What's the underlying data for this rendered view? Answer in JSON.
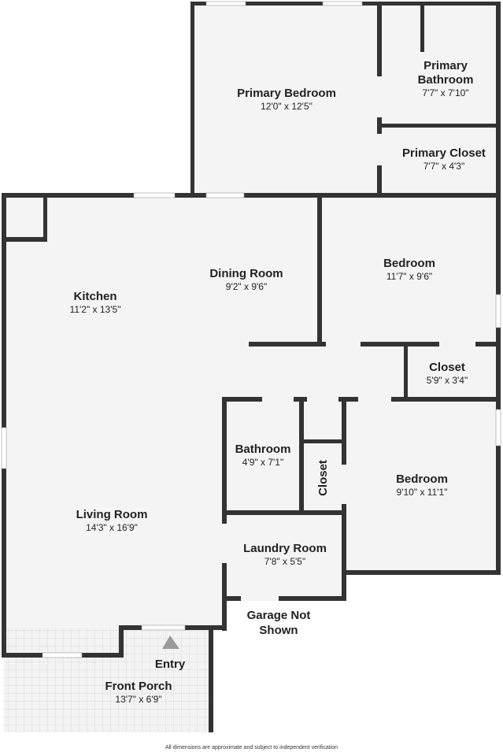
{
  "colors": {
    "wall": "#333333",
    "floor": "#f4f4f4",
    "porch": "#f1f1f1",
    "window": "#ffffff"
  },
  "rooms": {
    "primary_bedroom": {
      "name": "Primary Bedroom",
      "dim": "12'0\" x 12'5\""
    },
    "primary_bathroom": {
      "name_line1": "Primary",
      "name_line2": "Bathroom",
      "dim": "7'7\" x 7'10\""
    },
    "primary_closet": {
      "name": "Primary Closet",
      "dim": "7'7\" x 4'3\""
    },
    "dining_room": {
      "name": "Dining Room",
      "dim": "9'2\" x 9'6\""
    },
    "kitchen": {
      "name": "Kitchen",
      "dim": "11'2\" x 13'5\""
    },
    "bedroom_2": {
      "name": "Bedroom",
      "dim": "11'7\" x 9'6\""
    },
    "closet_2": {
      "name": "Closet",
      "dim": "5'9\" x 3'4\""
    },
    "bathroom": {
      "name": "Bathroom",
      "dim": "4'9\" x 7'1\""
    },
    "closet_small": {
      "name": "Closet"
    },
    "bedroom_3": {
      "name": "Bedroom",
      "dim": "9'10\" x 11'1\""
    },
    "living_room": {
      "name": "Living Room",
      "dim": "14'3\" x 16'9\""
    },
    "laundry_room": {
      "name": "Laundry Room",
      "dim": "7'8\" x 5'5\""
    },
    "front_porch": {
      "name": "Front Porch",
      "dim": "13'7\" x 6'9\""
    }
  },
  "labels": {
    "garage_line1": "Garage Not",
    "garage_line2": "Shown",
    "entry": "Entry",
    "entry_icon": "triangle-up-icon"
  },
  "footer": {
    "disclaimer": "All dimensions are approximate and subject to independent verification"
  }
}
